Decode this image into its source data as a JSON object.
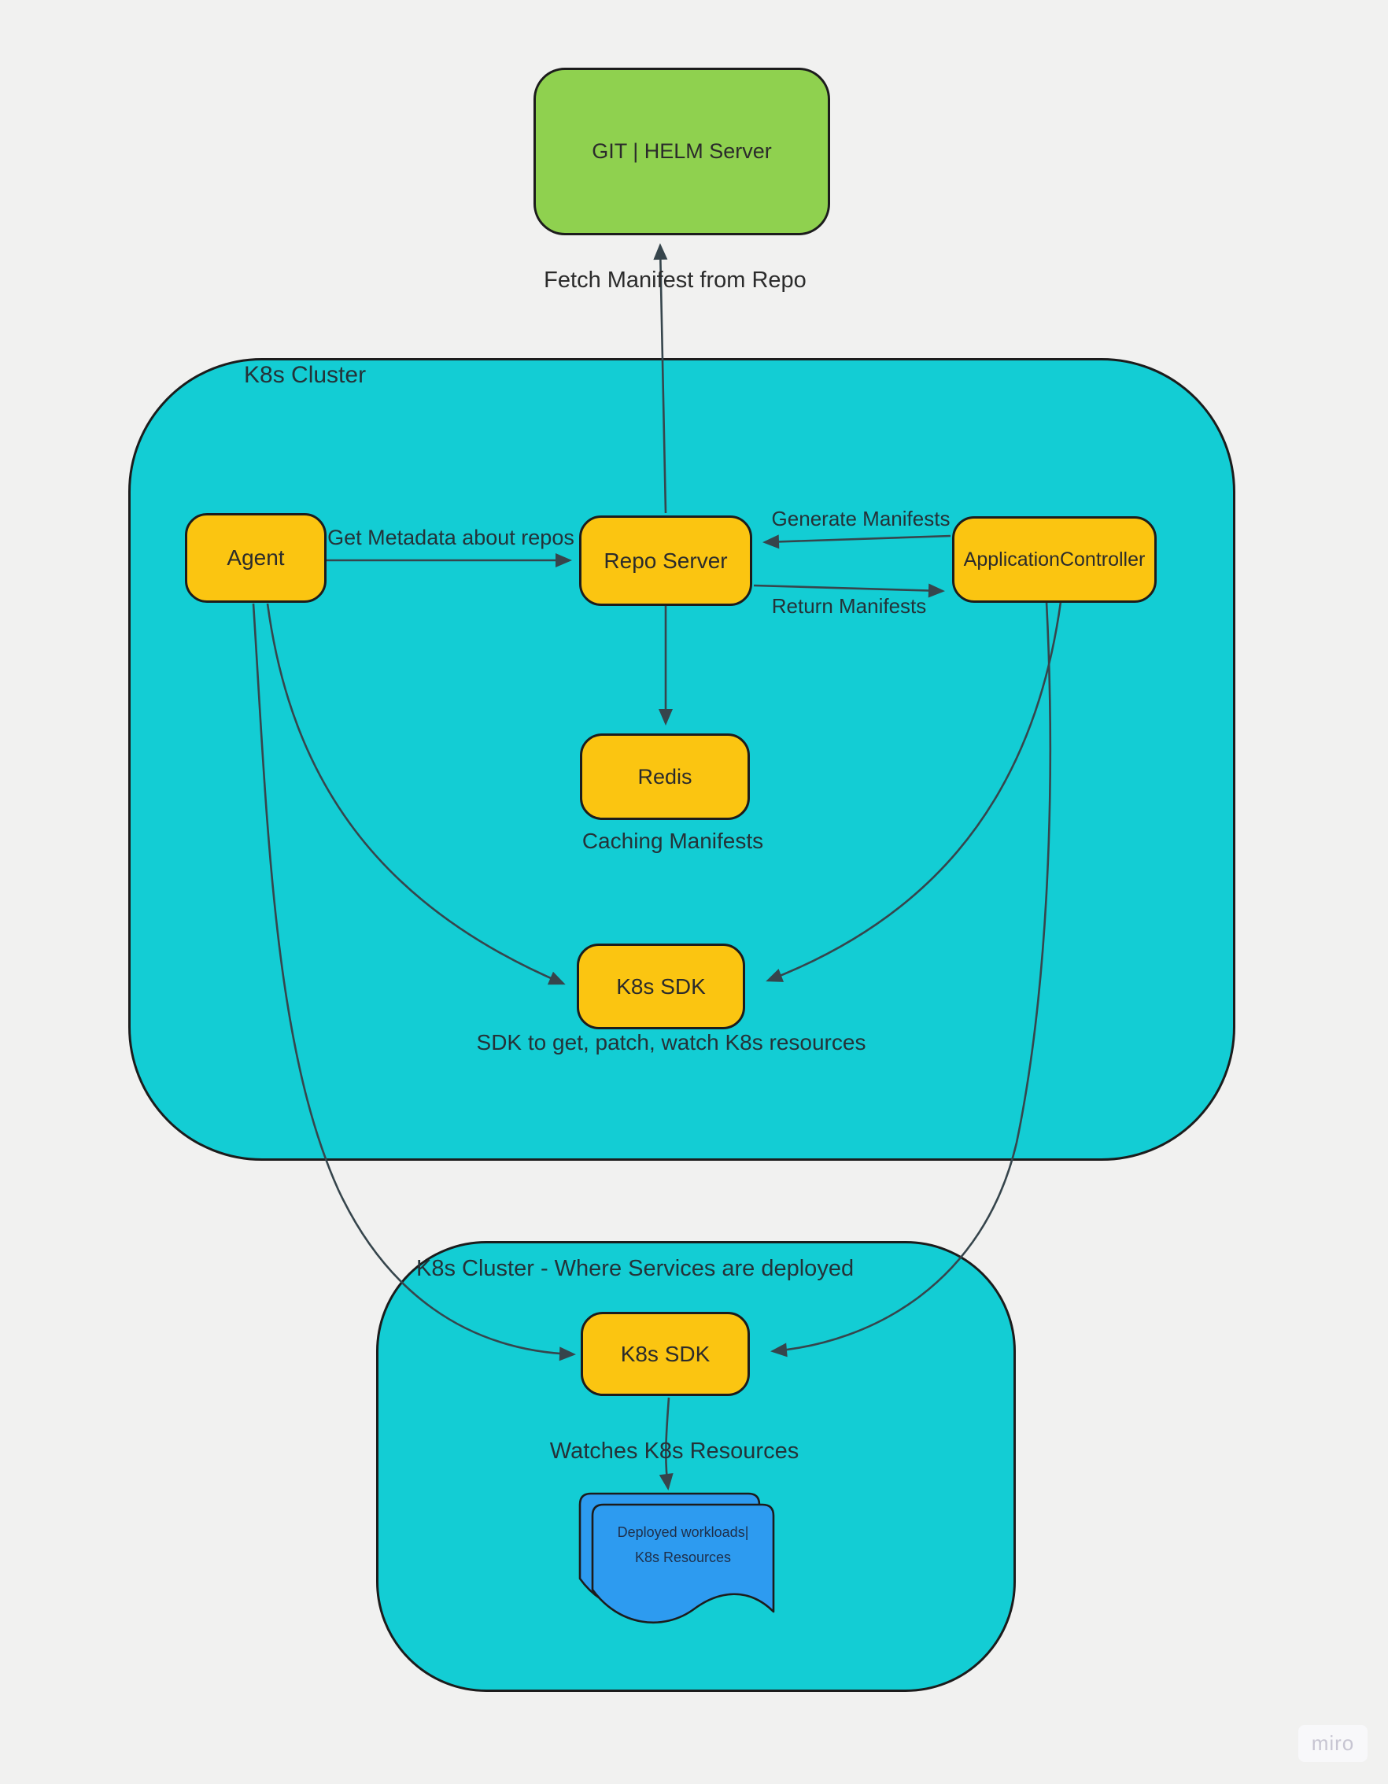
{
  "board": {
    "watermark": "miro"
  },
  "colors": {
    "cluster_teal": "#13CDD4",
    "node_yellow": "#FBC511",
    "server_green": "#8FD14F",
    "document_blue": "#2D9BF0",
    "connector": "#36454C",
    "shape_border": "#1C1C1C",
    "text_dark": "#243238",
    "board_bg": "#F1F1F0",
    "watermark_text": "#C7C5D2",
    "watermark_bg": "#F8F8FA"
  },
  "clusters": {
    "main": {
      "label": "K8s Cluster"
    },
    "deploy": {
      "label": "K8s Cluster - Where Services are deployed"
    }
  },
  "nodes": {
    "git_helm": {
      "label": "GIT | HELM Server"
    },
    "agent": {
      "label": "Agent"
    },
    "repo_server": {
      "label": "Repo Server"
    },
    "application_controller": {
      "label": "ApplicationController"
    },
    "redis": {
      "label": "Redis"
    },
    "k8s_sdk_main": {
      "label": "K8s SDK"
    },
    "k8s_sdk_deploy": {
      "label": "K8s SDK"
    },
    "workloads_document": {
      "label_line1": "Deployed workloads|",
      "label_line2": "K8s Resources"
    }
  },
  "edge_labels": {
    "fetch_manifest": "Fetch Manifest from Repo",
    "get_metadata": "Get Metadata about repos",
    "generate_manifests": "Generate Manifests",
    "return_manifests": "Return Manifests",
    "caching_manifests": "Caching Manifests",
    "sdk_description": "SDK to get, patch, watch K8s resources",
    "watches_resources": "Watches K8s Resources"
  }
}
